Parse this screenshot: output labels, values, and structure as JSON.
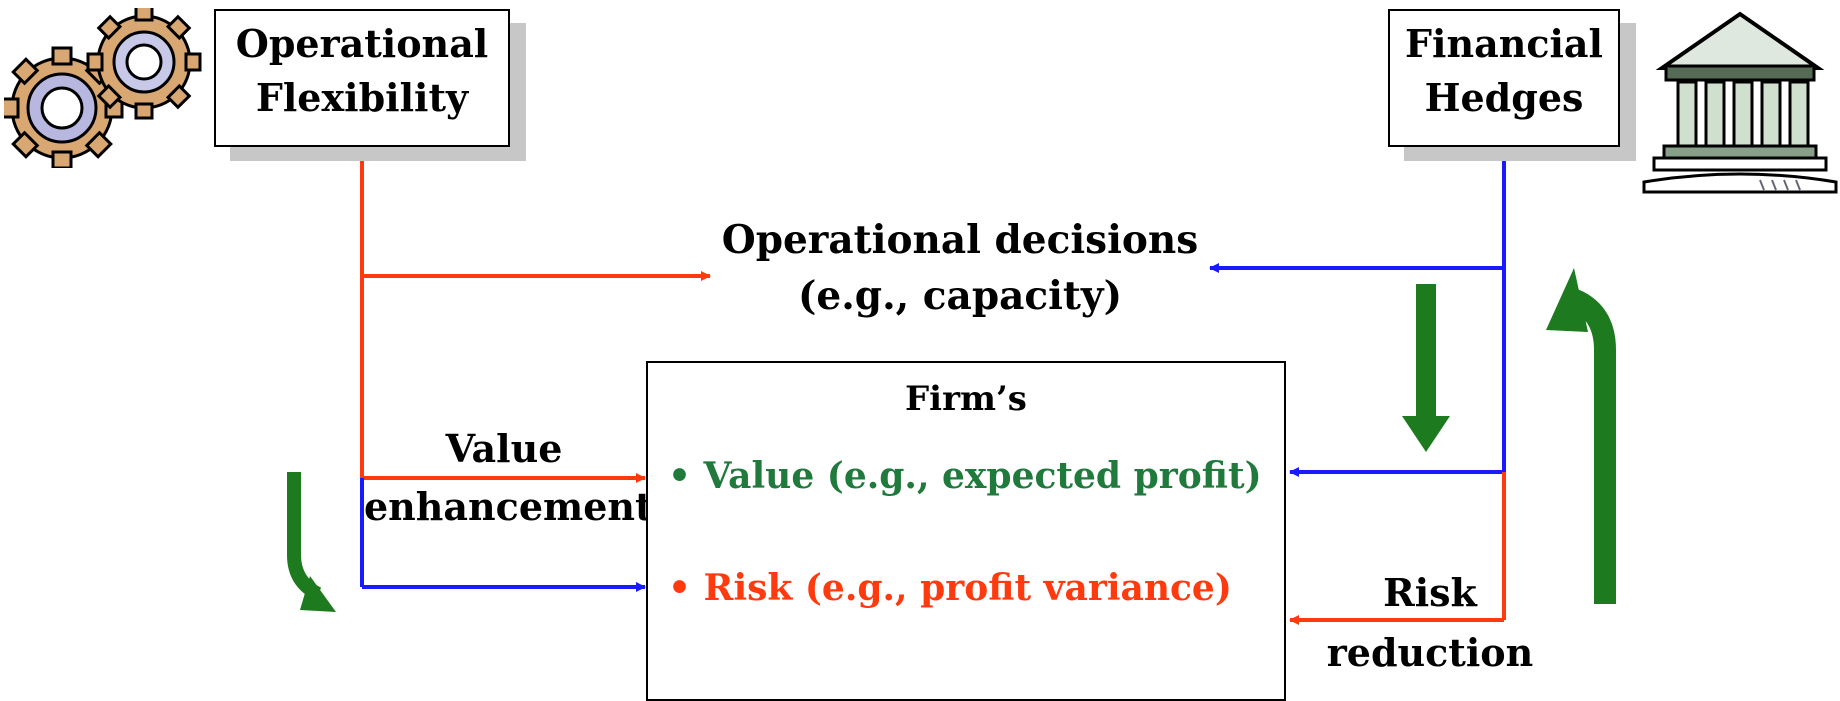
{
  "nodes": {
    "operational_flexibility": {
      "line1": "Operational",
      "line2": "Flexibility"
    },
    "financial_hedges": {
      "line1": "Financial",
      "line2": "Hedges"
    }
  },
  "decisions": {
    "line1": "Operational decisions",
    "line2": "(e.g., capacity)"
  },
  "firm": {
    "title": "Firm’s",
    "value_item": "• Value (e.g., expected profit)",
    "risk_item": "• Risk (e.g., profit variance)"
  },
  "edge_labels": {
    "value_enhancement_1": "Value",
    "value_enhancement_2": "enhancement",
    "risk_reduction_1": "Risk",
    "risk_reduction_2": "reduction"
  },
  "icons": [
    "gears-icon",
    "bank-building-icon"
  ],
  "colors": {
    "red": "#ff3a0f",
    "blue": "#1a1aff",
    "green": "#1e7a1e",
    "value_text": "#1f7a3c",
    "risk_text": "#ff3a0f"
  }
}
